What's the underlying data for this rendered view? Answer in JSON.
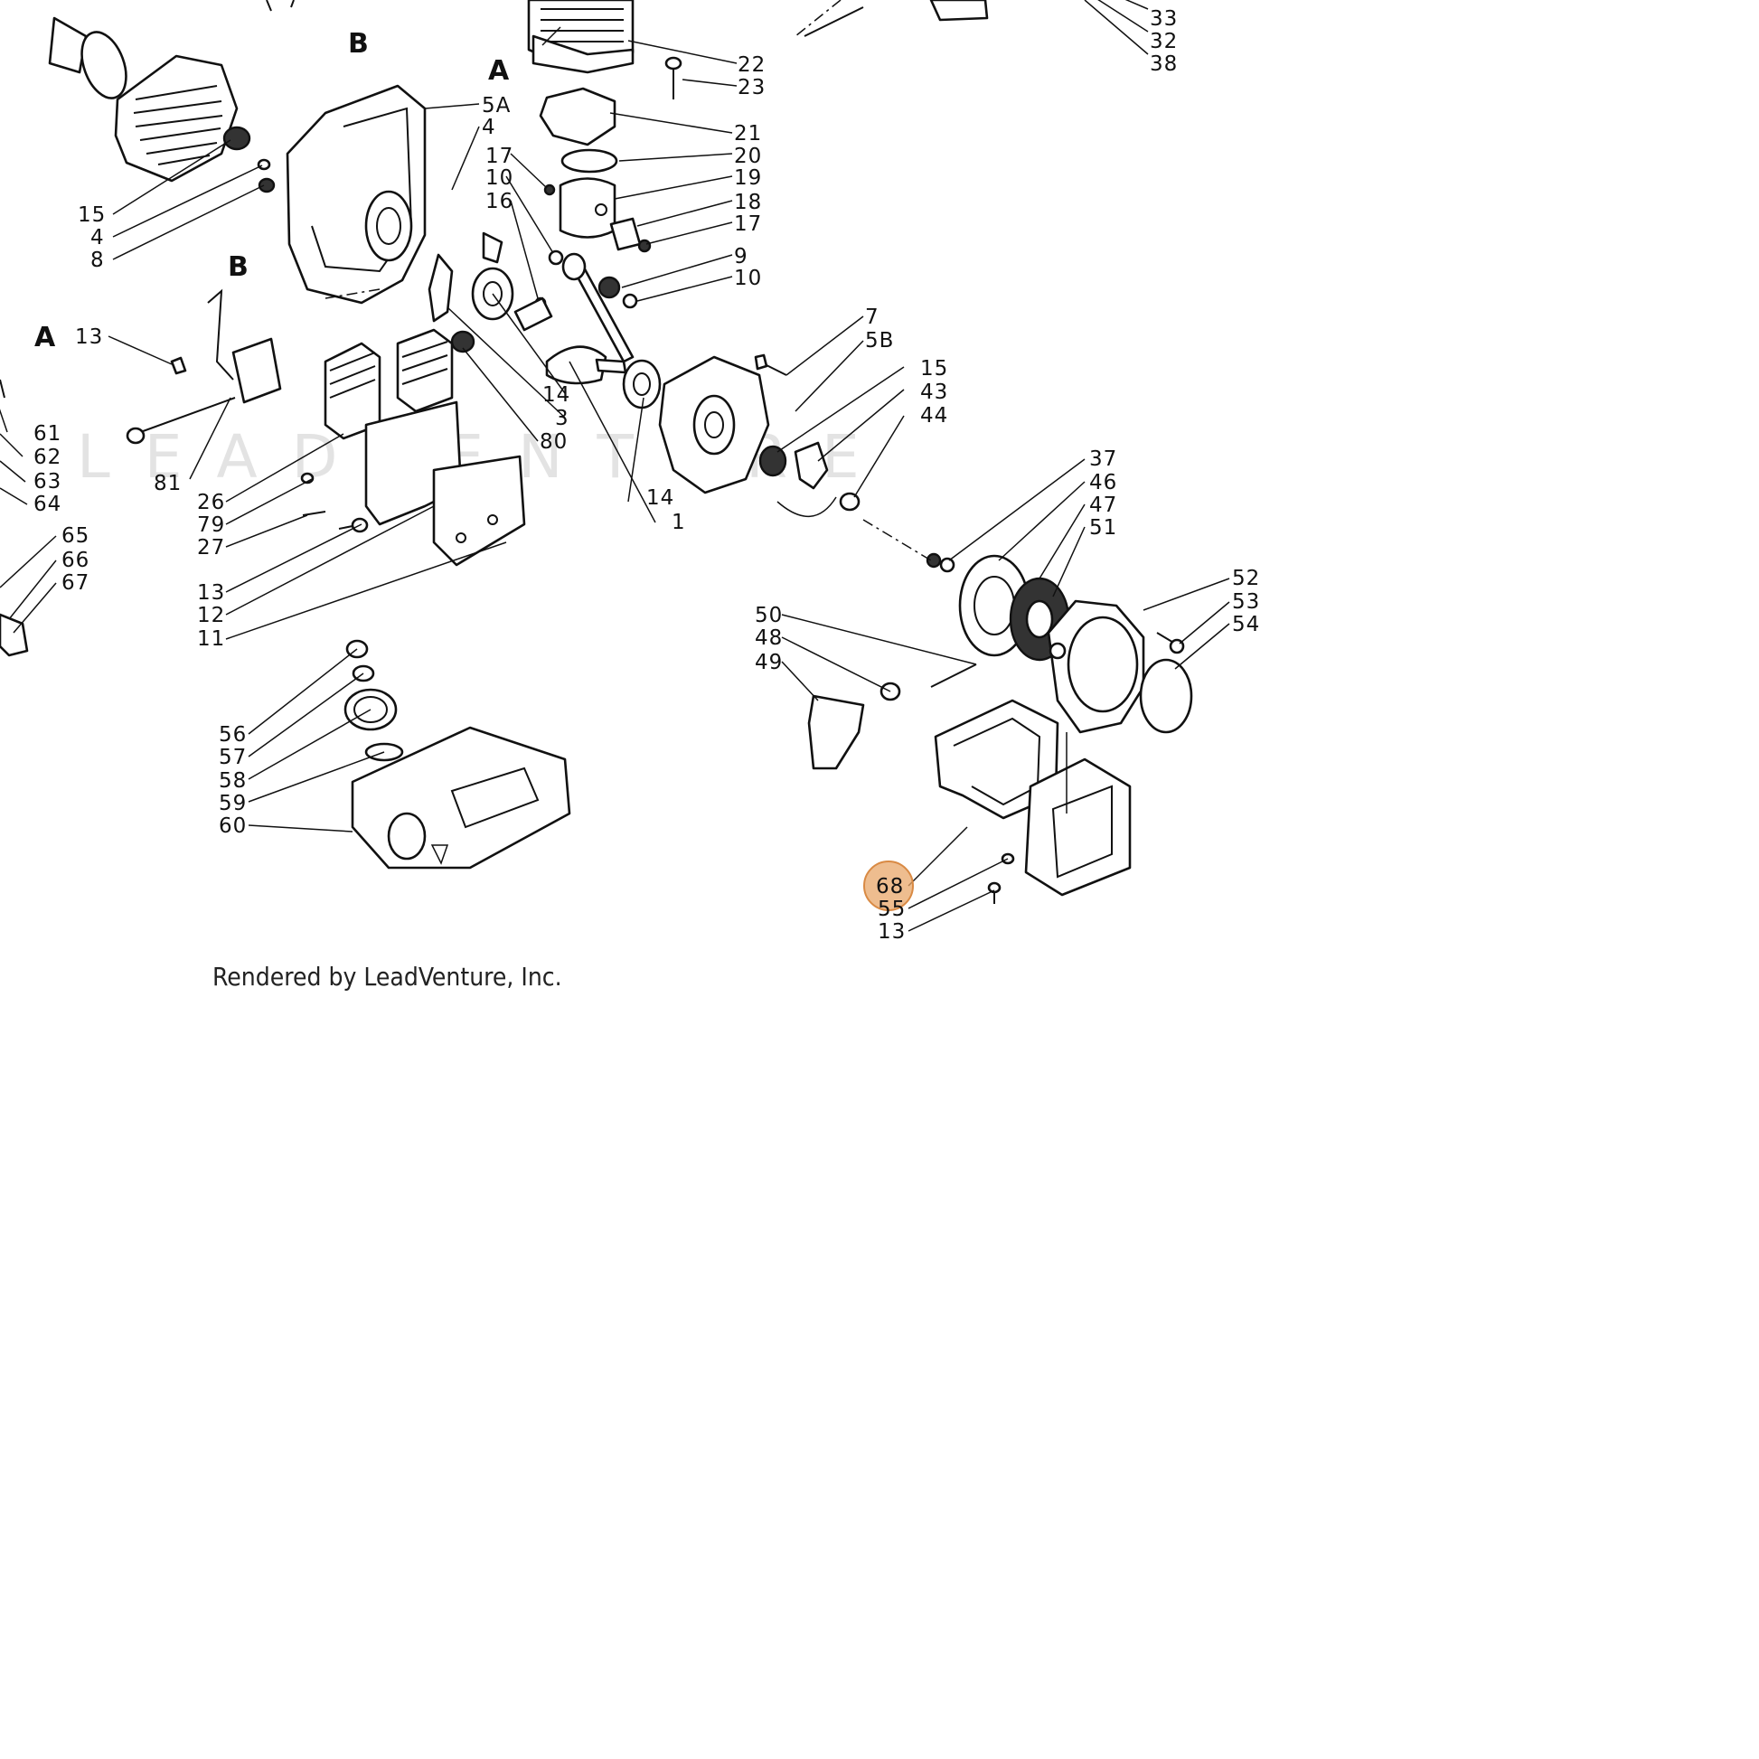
{
  "diagram": {
    "section_letters": [
      "A",
      "B",
      "B",
      "A"
    ],
    "watermark": "LEADVENTURE",
    "footer": "Rendered by LeadVenture, Inc.",
    "highlight_color": "#e8a76a",
    "highlighted_part": "68",
    "callouts": [
      {
        "id": "c33",
        "text": "33"
      },
      {
        "id": "c32",
        "text": "32"
      },
      {
        "id": "c38",
        "text": "38"
      },
      {
        "id": "c22",
        "text": "22"
      },
      {
        "id": "c23",
        "text": "23"
      },
      {
        "id": "c5a",
        "text": "5A"
      },
      {
        "id": "c4a",
        "text": "4"
      },
      {
        "id": "c21",
        "text": "21"
      },
      {
        "id": "c20",
        "text": "20"
      },
      {
        "id": "c17a",
        "text": "17"
      },
      {
        "id": "c19",
        "text": "19"
      },
      {
        "id": "c10a",
        "text": "10"
      },
      {
        "id": "c18",
        "text": "18"
      },
      {
        "id": "c16",
        "text": "16"
      },
      {
        "id": "c17b",
        "text": "17"
      },
      {
        "id": "c15a",
        "text": "15"
      },
      {
        "id": "c4b",
        "text": "4"
      },
      {
        "id": "c8",
        "text": "8"
      },
      {
        "id": "c9",
        "text": "9"
      },
      {
        "id": "c10b",
        "text": "10"
      },
      {
        "id": "c13a",
        "text": "13"
      },
      {
        "id": "c7",
        "text": "7"
      },
      {
        "id": "c5b",
        "text": "5B"
      },
      {
        "id": "c15b",
        "text": "15"
      },
      {
        "id": "c43",
        "text": "43"
      },
      {
        "id": "c44",
        "text": "44"
      },
      {
        "id": "c14a",
        "text": "14"
      },
      {
        "id": "c3",
        "text": "3"
      },
      {
        "id": "c80",
        "text": "80"
      },
      {
        "id": "c61",
        "text": "61"
      },
      {
        "id": "c62",
        "text": "62"
      },
      {
        "id": "c63",
        "text": "63"
      },
      {
        "id": "c64",
        "text": "64"
      },
      {
        "id": "c81",
        "text": "81"
      },
      {
        "id": "c26",
        "text": "26"
      },
      {
        "id": "c79",
        "text": "79"
      },
      {
        "id": "c27",
        "text": "27"
      },
      {
        "id": "c14b",
        "text": "14"
      },
      {
        "id": "c1",
        "text": "1"
      },
      {
        "id": "c37",
        "text": "37"
      },
      {
        "id": "c46",
        "text": "46"
      },
      {
        "id": "c47",
        "text": "47"
      },
      {
        "id": "c51",
        "text": "51"
      },
      {
        "id": "c65",
        "text": "65"
      },
      {
        "id": "c66",
        "text": "66"
      },
      {
        "id": "c67",
        "text": "67"
      },
      {
        "id": "c13b",
        "text": "13"
      },
      {
        "id": "c12",
        "text": "12"
      },
      {
        "id": "c11",
        "text": "11"
      },
      {
        "id": "c52",
        "text": "52"
      },
      {
        "id": "c53",
        "text": "53"
      },
      {
        "id": "c54",
        "text": "54"
      },
      {
        "id": "c50",
        "text": "50"
      },
      {
        "id": "c48",
        "text": "48"
      },
      {
        "id": "c49",
        "text": "49"
      },
      {
        "id": "c56",
        "text": "56"
      },
      {
        "id": "c57",
        "text": "57"
      },
      {
        "id": "c58",
        "text": "58"
      },
      {
        "id": "c59",
        "text": "59"
      },
      {
        "id": "c60",
        "text": "60"
      },
      {
        "id": "c68",
        "text": "68"
      },
      {
        "id": "c55",
        "text": "55"
      },
      {
        "id": "c13c",
        "text": "13"
      }
    ]
  }
}
